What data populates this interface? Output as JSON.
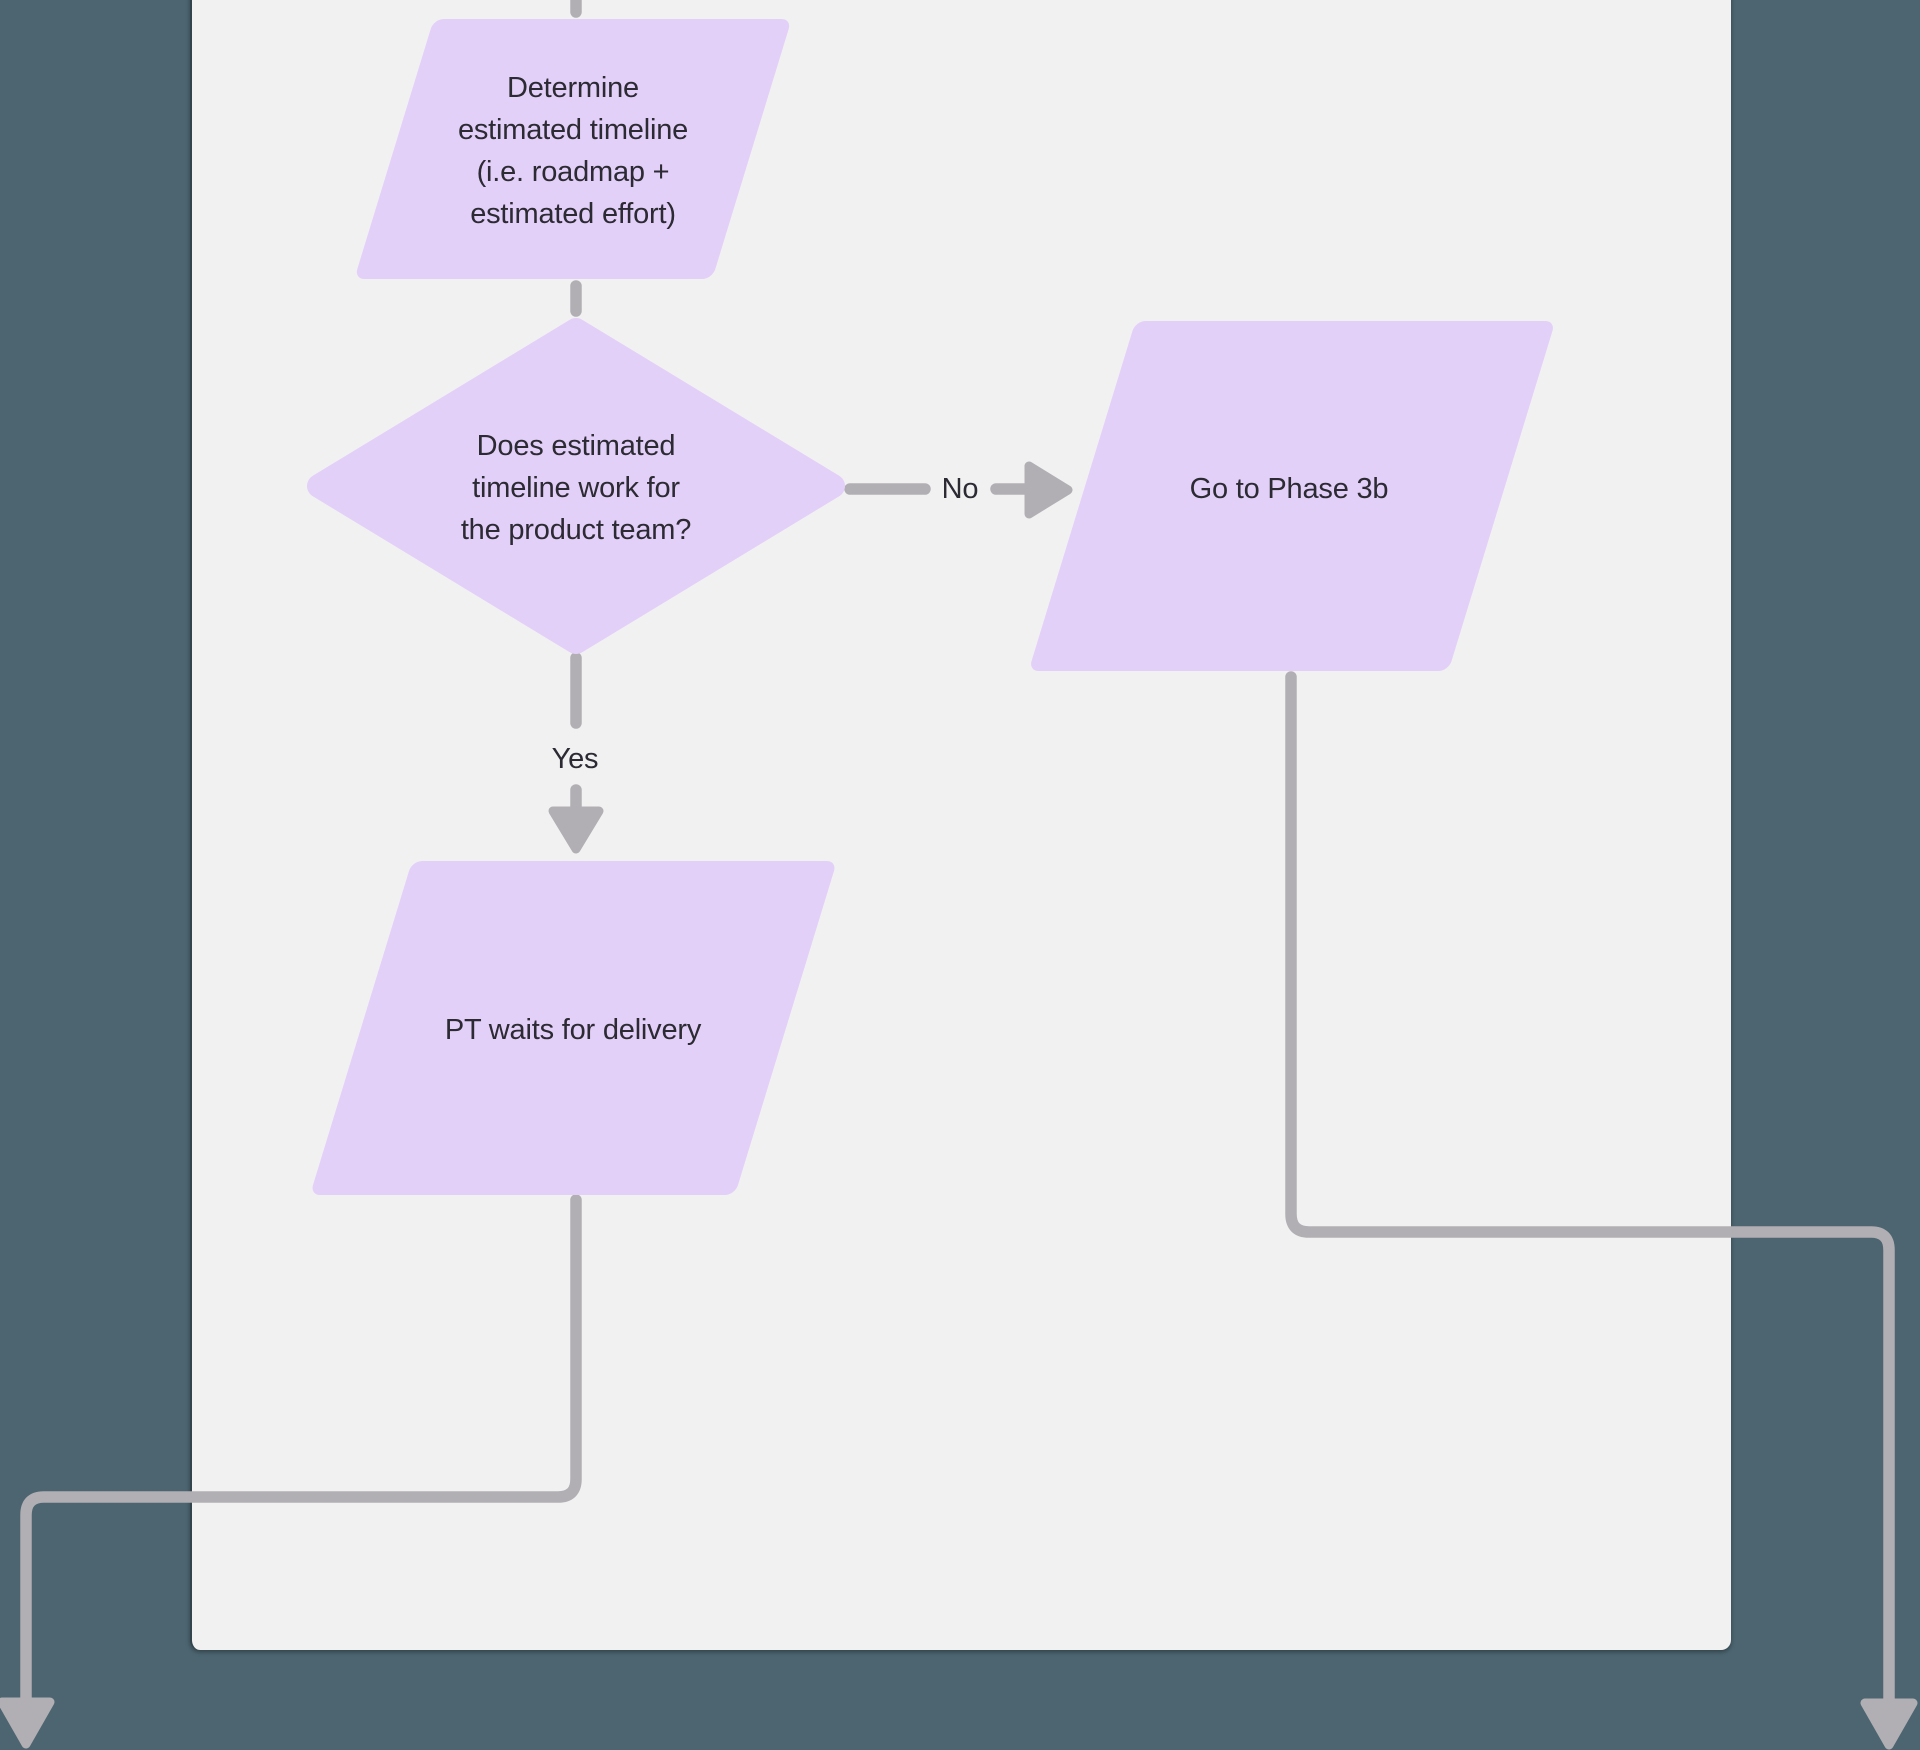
{
  "canvas": {
    "outer_background_color": "#4c6570",
    "frame_background_color": "#f2f1f2",
    "frame_border_color": "#33444c"
  },
  "flowchart": {
    "shape_fill_color": "#e3d0f8",
    "connector_color": "#b1afb3",
    "text_color": "#2c2a33",
    "nodes": {
      "determine": {
        "type": "parallelogram",
        "label": "Determine\nestimated timeline\n(i.e. roadmap +\nestimated effort)"
      },
      "decision": {
        "type": "diamond",
        "label": "Does estimated\ntimeline work for\nthe product team?"
      },
      "phase3b": {
        "type": "parallelogram",
        "label": "Go to Phase 3b"
      },
      "ptwaits": {
        "type": "parallelogram",
        "label": "PT waits for delivery"
      }
    },
    "edge_labels": {
      "yes": "Yes",
      "no": "No"
    }
  }
}
